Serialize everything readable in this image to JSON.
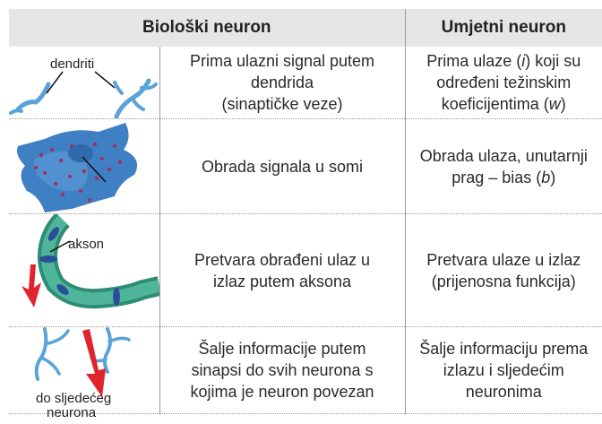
{
  "header": {
    "col_bio": "Biološki neuron",
    "col_art": "Umjetni neuron"
  },
  "rows": [
    {
      "image_label": "dendriti",
      "bio": [
        "Prima ulazni signal putem",
        "dendrida",
        "(sinaptičke veze)"
      ],
      "art_line1": "Prima ulaze (",
      "art_var1": "i",
      "art_line1b": ") koji su",
      "art_line2": "određeni težinskim",
      "art_line3": "koeficijentima (",
      "art_var3": "w",
      "art_line3b": ")"
    },
    {
      "bio": [
        "Obrada signala u somi"
      ],
      "art_line1": "Obrada ulaza, unutarnji",
      "art_line2": "prag – bias (",
      "art_var2": "b",
      "art_line2b": ")"
    },
    {
      "image_label": "akson",
      "bio": [
        "Pretvara obrađeni ulaz u",
        "izlaz putem aksona"
      ],
      "art": [
        "Pretvara ulaze u izlaz",
        "(prijenosna funkcija)"
      ]
    },
    {
      "image_label_1": "do sljedećeg",
      "image_label_2": "neurona",
      "bio": [
        "Šalje informacije putem",
        "sinapsi do svih neurona s",
        "kojima je neuron povezan"
      ],
      "art": [
        "Šalje informaciju prema",
        "izlazu i sljedećim",
        "neuronima"
      ]
    }
  ],
  "colors": {
    "dendrite": "#5aa2d8",
    "soma": "#3f7fc4",
    "soma_dots": "#a03060",
    "axon": "#3aa08a",
    "arrow": "#e0242c",
    "header_bg": "#e6e6e6"
  }
}
